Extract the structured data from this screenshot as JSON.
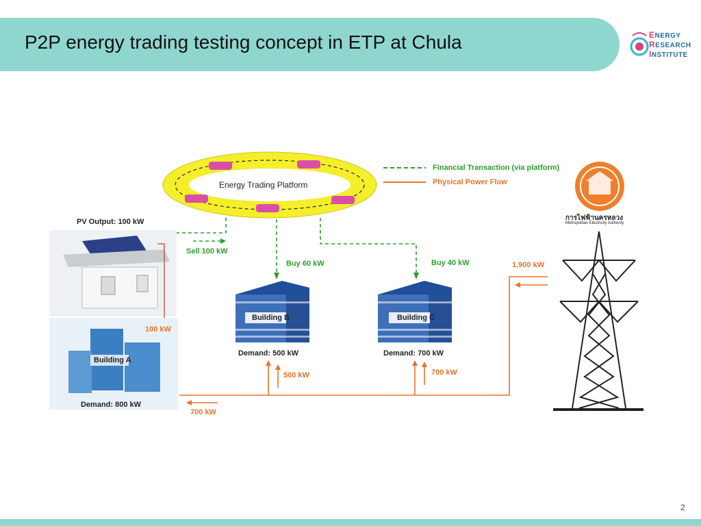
{
  "slide": {
    "title": "P2P energy trading testing concept in ETP at Chula",
    "page_number": "2"
  },
  "logo": {
    "line1_cap": "E",
    "line1_rest": "NERGY",
    "line2_cap": "R",
    "line2_rest": "ESEARCH",
    "line3_cap": "I",
    "line3_rest": "NSTITUTE"
  },
  "diagram": {
    "platform_label": "Energy Trading Platform",
    "legend": {
      "financial": "Financial Transaction (via platform)",
      "physical": "Physical Power Flow"
    },
    "pv_output": "PV Output: 100 kW",
    "sell": "Sell 100 kW",
    "pv_to_a": "100 kW",
    "building_a": "Building A",
    "building_a_demand": "Demand: 800 kW",
    "building_b": "Building B",
    "building_b_demand": "Demand: 500 kW",
    "building_b_buy": "Buy 60 kW",
    "building_b_grid": "500 kW",
    "building_c": "Building C",
    "building_c_demand": "Demand: 700 kW",
    "building_c_buy": "Buy 40 kW",
    "building_c_grid": "700 kW",
    "grid_supply": "1,900 kW",
    "grid_to_a": "700 kW",
    "mea_thai": "การไฟฟ้านครหลวง",
    "mea_english": "Metropolitan Electricity Authority"
  },
  "colors": {
    "title_bar": "#8fd6ce",
    "green_flow": "#2ca02c",
    "orange_flow": "#e8732a",
    "platform_ring": "#f5ee2a",
    "building_blue": "#1f4e9a"
  }
}
